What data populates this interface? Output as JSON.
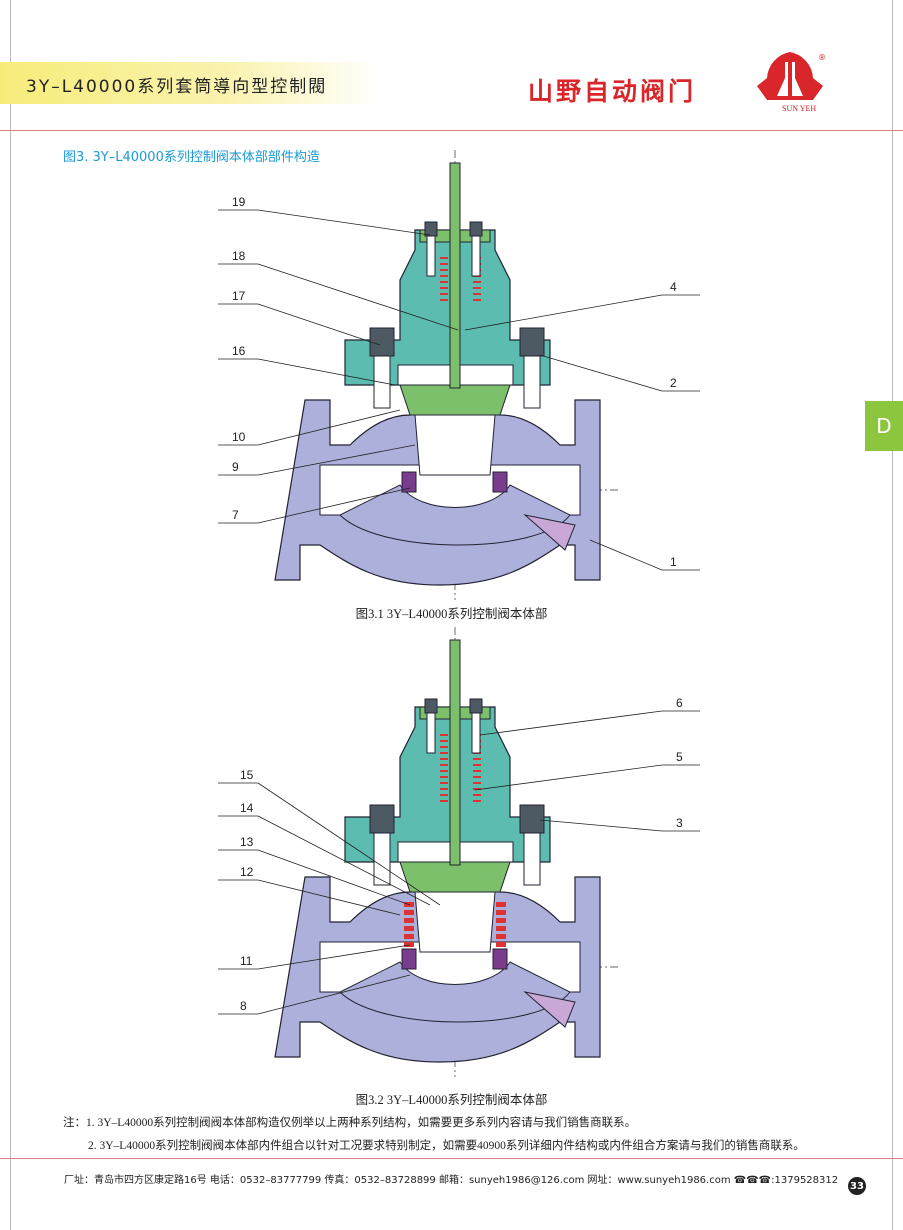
{
  "header": {
    "title": "3Y–L40000系列套筒導向型控制閥",
    "brand": "山野自动阀门",
    "logo_text": "SUN YEH",
    "registered": "®"
  },
  "figure_title": "图3. 3Y–L40000系列控制阀本体部部件构造",
  "side_tab": "D",
  "figure1": {
    "caption": "图3.1 3Y–L40000系列控制阀本体部",
    "callouts": [
      "19",
      "18",
      "17",
      "16",
      "10",
      "9",
      "7",
      "4",
      "2",
      "1"
    ]
  },
  "figure2": {
    "caption": "图3.2 3Y–L40000系列控制阀本体部",
    "callouts": [
      "6",
      "5",
      "3",
      "15",
      "14",
      "13",
      "12",
      "11",
      "8"
    ]
  },
  "notes": [
    "注：1. 3Y–L40000系列控制阀阀本体部构造仅例举以上两种系列结构，如需要更多系列内容请与我们销售商联系。",
    "2. 3Y–L40000系列控制阀阀本体部内件组合以针对工况要求特别制定，如需要40900系列详细内件结构或内件组合方案请与我们的销售商联系。"
  ],
  "footer": {
    "text": "厂址：青岛市四方区康定路16号  电话：0532–83777799  传真：0532–83728899  邮箱：sunyeh1986@126.com  网址：www.sunyeh1986.com  ☎☎☎:1379528312",
    "page": "33"
  },
  "colors": {
    "body": "#aeb0dc",
    "bonnet": "#5cbcb0",
    "stem": "#7cc06c",
    "bolt": "#4d5963",
    "spring": "#d33",
    "accent": "#1a9ad6"
  }
}
